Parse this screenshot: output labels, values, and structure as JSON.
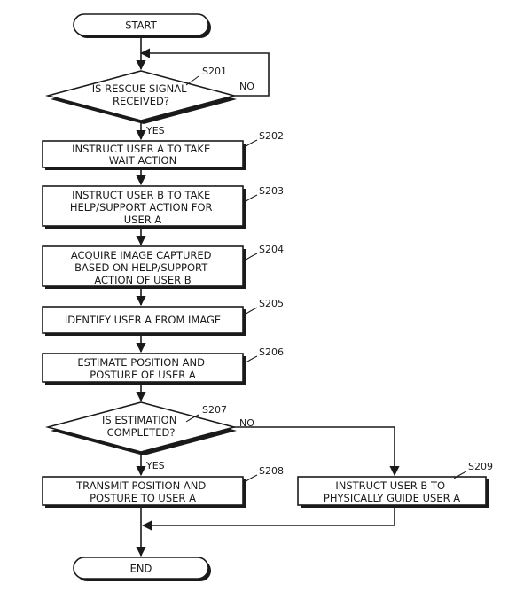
{
  "nodes": {
    "start": "START",
    "s201": [
      "IS RESCUE SIGNAL",
      "RECEIVED?"
    ],
    "s202": [
      "INSTRUCT USER A TO TAKE",
      "WAIT ACTION"
    ],
    "s203": [
      "INSTRUCT USER B TO TAKE",
      "HELP/SUPPORT ACTION FOR",
      "USER A"
    ],
    "s204": [
      "ACQUIRE IMAGE CAPTURED",
      "BASED ON HELP/SUPPORT",
      "ACTION OF USER B"
    ],
    "s205": [
      "IDENTIFY USER A FROM IMAGE"
    ],
    "s206": [
      "ESTIMATE POSITION AND",
      "POSTURE OF USER A"
    ],
    "s207": [
      "IS ESTIMATION",
      "COMPLETED?"
    ],
    "s208": [
      "TRANSMIT POSITION AND",
      "POSTURE TO USER A"
    ],
    "s209": [
      "INSTRUCT USER B TO",
      "PHYSICALLY GUIDE USER A"
    ],
    "end": "END"
  },
  "step_labels": {
    "s201": "S201",
    "s202": "S202",
    "s203": "S203",
    "s204": "S204",
    "s205": "S205",
    "s206": "S206",
    "s207": "S207",
    "s208": "S208",
    "s209": "S209"
  },
  "edge_labels": {
    "s201_yes": "YES",
    "s201_no": "NO",
    "s207_yes": "YES",
    "s207_no": "NO"
  }
}
